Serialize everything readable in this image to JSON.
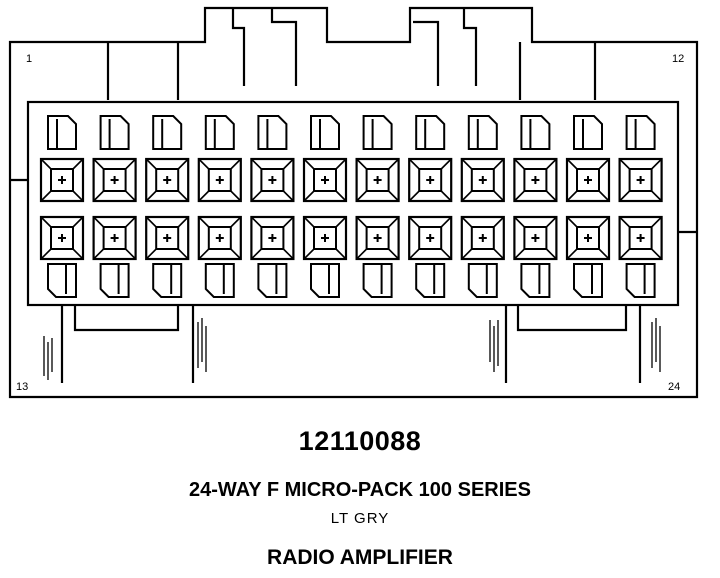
{
  "connector": {
    "part_number": "12110088",
    "description": "24-WAY F MICRO-PACK 100 SERIES",
    "color": "LT GRY",
    "application": "RADIO AMPLIFIER",
    "pin_labels": {
      "top_left": "1",
      "top_right": "12",
      "bottom_left": "13",
      "bottom_right": "24"
    },
    "cavities_per_row": 12
  }
}
